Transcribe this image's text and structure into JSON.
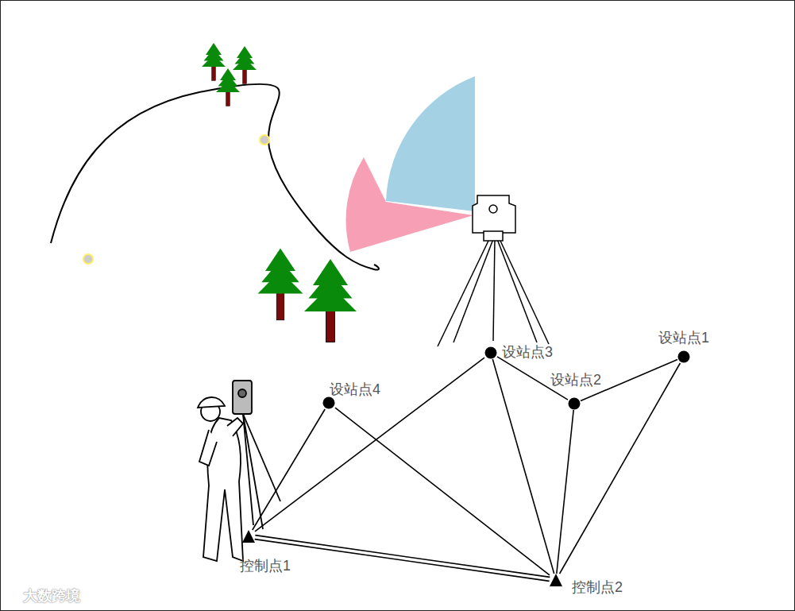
{
  "diagram": {
    "nodes": [
      {
        "text": [
          "设站点1"
        ]
      },
      {
        "text": [
          "设站点2"
        ]
      },
      {
        "text": [
          "设站点3"
        ]
      },
      {
        "text": [
          "设站点4"
        ]
      },
      {
        "text": [
          "控制点1"
        ]
      },
      {
        "text": [
          "控制点2"
        ]
      }
    ],
    "edges": [
      {
        "from": 4,
        "to": 5,
        "arrow": "none"
      },
      {
        "from": 4,
        "to": 3,
        "arrow": "none"
      },
      {
        "from": 4,
        "to": 2,
        "arrow": "none"
      },
      {
        "from": 3,
        "to": 5,
        "arrow": "none"
      },
      {
        "from": 2,
        "to": 5,
        "arrow": "none"
      },
      {
        "from": 2,
        "to": 1,
        "arrow": "none"
      },
      {
        "from": 1,
        "to": 5,
        "arrow": "none"
      },
      {
        "from": 1,
        "to": 0,
        "arrow": "none"
      },
      {
        "from": 0,
        "to": 5,
        "arrow": "none"
      }
    ],
    "labels": [
      "大数跨境"
    ]
  }
}
